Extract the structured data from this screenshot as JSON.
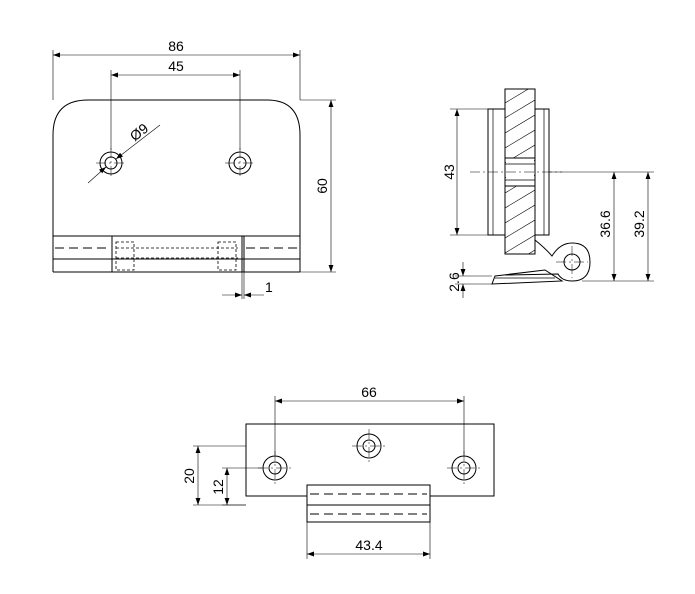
{
  "dimensions": {
    "front_width": "86",
    "hole_spacing": "45",
    "hole_diameter": "Ø9",
    "front_height": "60",
    "offset": "1",
    "side_height": "43",
    "side_pivot_height_a": "36.6",
    "side_pivot_height_b": "39.2",
    "side_gap": "2.6",
    "bottom_hole_spacing": "66",
    "bottom_depth": "20",
    "bottom_hole_offset": "12",
    "bottom_knuckle_width": "43.4"
  }
}
